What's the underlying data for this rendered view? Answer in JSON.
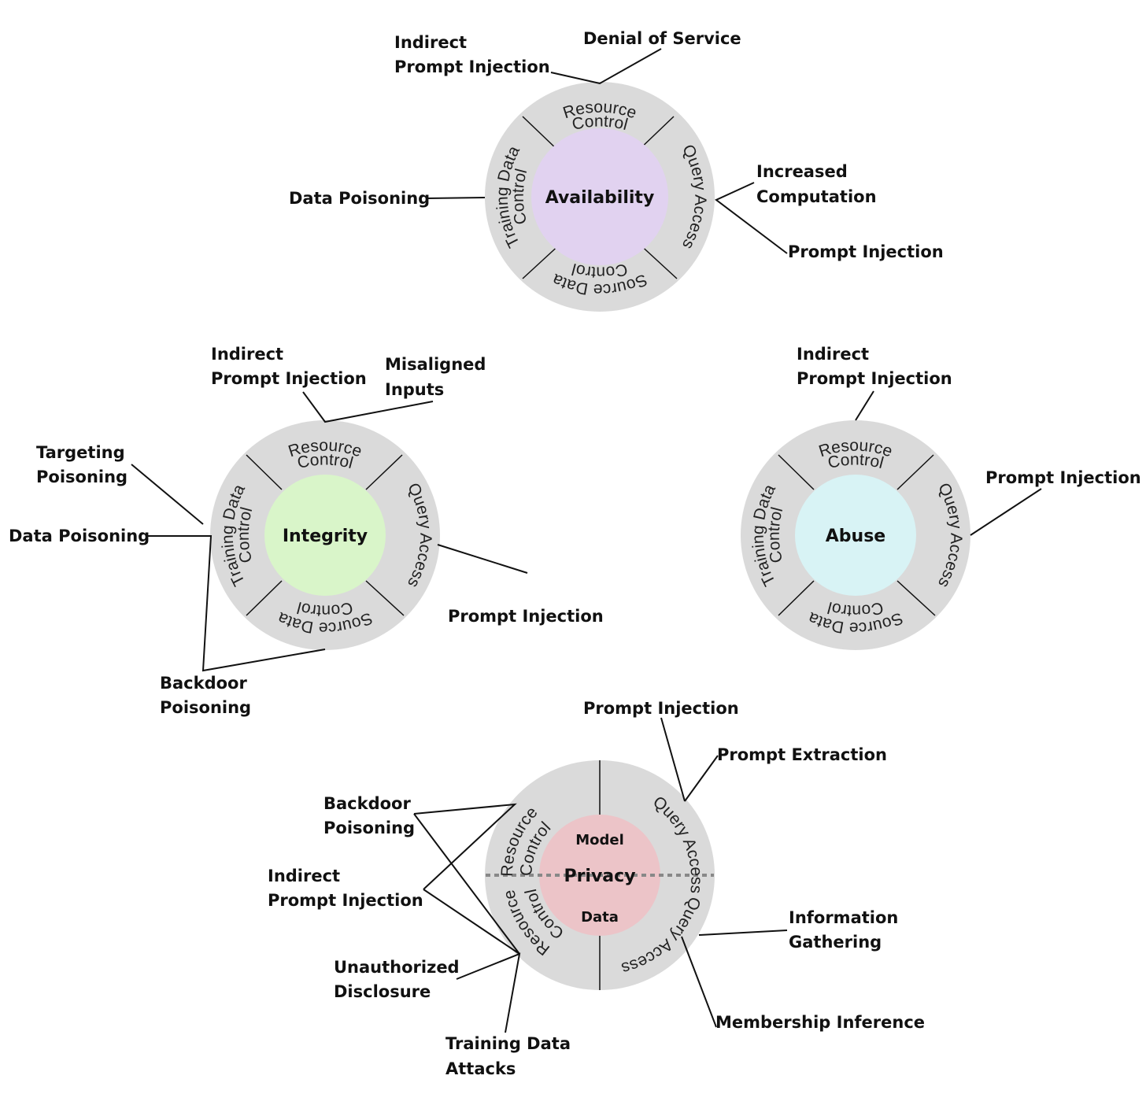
{
  "colors": {
    "ring": "#dadada",
    "availability": "#e1d2f0",
    "integrity": "#d9f5c9",
    "abuse": "#d8f3f5",
    "privacy": "#ecc4c8"
  },
  "availability": {
    "center": "Availability",
    "ring": {
      "resource_control": [
        "Resource",
        "Control"
      ],
      "query_access": "Query Access",
      "source_data_control": [
        "Source Data",
        "Control"
      ],
      "training_data_control": [
        "Training Data",
        "Control"
      ]
    },
    "attacks": {
      "indirect_prompt_injection": [
        "Indirect",
        "Prompt Injection"
      ],
      "denial_of_service": "Denial of Service",
      "data_poisoning": "Data Poisoning",
      "increased_computation": [
        "Increased",
        "Computation"
      ],
      "prompt_injection": "Prompt Injection"
    }
  },
  "integrity": {
    "center": "Integrity",
    "ring": {
      "resource_control": [
        "Resource",
        "Control"
      ],
      "query_access": "Query Access",
      "source_data_control": [
        "Source Data",
        "Control"
      ],
      "training_data_control": [
        "Training Data",
        "Control"
      ]
    },
    "attacks": {
      "indirect_prompt_injection": [
        "Indirect",
        "Prompt Injection"
      ],
      "misaligned_inputs": [
        "Misaligned",
        "Inputs"
      ],
      "targeting_poisoning": [
        "Targeting",
        "Poisoning"
      ],
      "data_poisoning": "Data Poisoning",
      "prompt_injection": "Prompt Injection",
      "backdoor_poisoning": [
        "Backdoor",
        "Poisoning"
      ]
    }
  },
  "abuse": {
    "center": "Abuse",
    "ring": {
      "resource_control": [
        "Resource",
        "Control"
      ],
      "query_access": "Query Access",
      "source_data_control": [
        "Source Data",
        "Control"
      ],
      "training_data_control": [
        "Training Data",
        "Control"
      ]
    },
    "attacks": {
      "indirect_prompt_injection": [
        "Indirect",
        "Prompt Injection"
      ],
      "prompt_injection": "Prompt Injection"
    }
  },
  "privacy": {
    "center_top": "Model",
    "center": "Privacy",
    "center_bottom": "Data",
    "ring": {
      "resource_control_top": [
        "Resource",
        "Control"
      ],
      "query_access_top": "Query Access",
      "resource_control_bottom": [
        "Resource",
        "Control"
      ],
      "query_access_bottom": "Query Access"
    },
    "attacks": {
      "prompt_injection": "Prompt Injection",
      "prompt_extraction": "Prompt Extraction",
      "backdoor_poisoning": [
        "Backdoor",
        "Poisoning"
      ],
      "indirect_prompt_injection": [
        "Indirect",
        "Prompt Injection"
      ],
      "unauthorized_disclosure": [
        "Unauthorized",
        "Disclosure"
      ],
      "training_data_attacks": [
        "Training Data",
        "Attacks"
      ],
      "information_gathering": [
        "Information",
        "Gathering"
      ],
      "membership_inference": "Membership Inference"
    }
  }
}
